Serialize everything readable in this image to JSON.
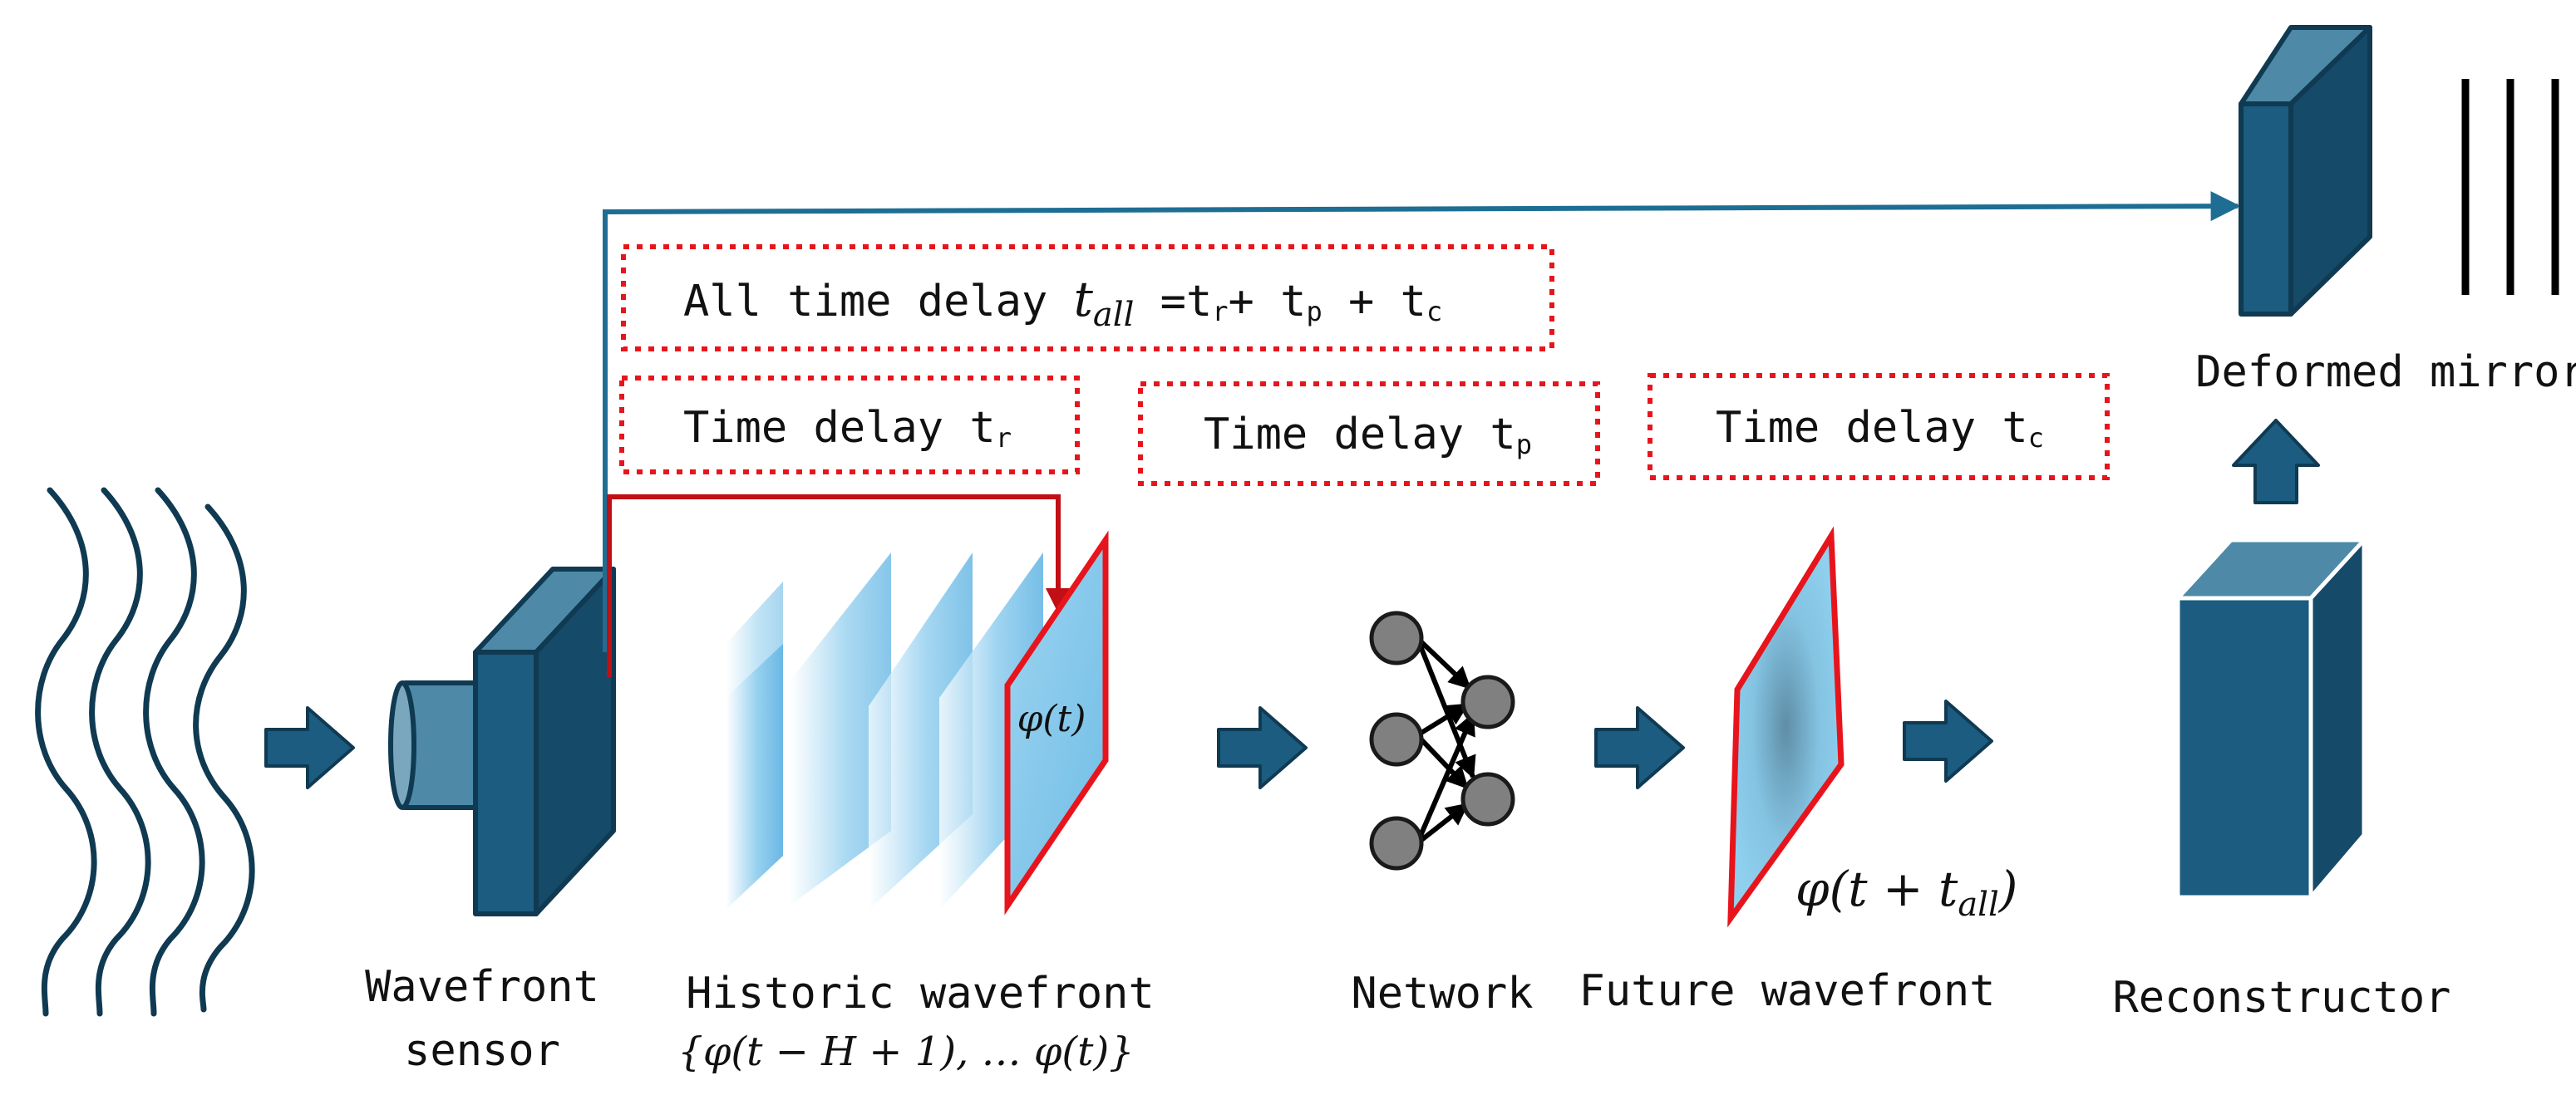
{
  "labels": {
    "sensor_line1": "Wavefront",
    "sensor_line2": "sensor",
    "historic": "Historic wavefront",
    "network": "Network",
    "future": "Future wavefront",
    "reconstructor": "Reconstructor",
    "mirror": "Deformed mirror"
  },
  "delays": {
    "all_prefix": "All time delay ",
    "all_var": "t",
    "all_sub": "all",
    "all_rest": " =t",
    "all_r": "r",
    "all_plus1": "+ t",
    "all_p": "p",
    "all_plus2": " + t",
    "all_c": "c",
    "tr_text": "Time delay t",
    "tr_sub": "r",
    "tp_text": "Time delay t",
    "tp_sub": "p",
    "tc_text": "Time delay t",
    "tc_sub": "c"
  },
  "math": {
    "historic_set": "{φ(t − H + 1), … φ(t)}",
    "current_phi": "φ(t)",
    "future_phi_pre": "φ(t + t",
    "future_phi_sub": "all",
    "future_phi_post": ")"
  },
  "colors": {
    "block_front": "#1b5c80",
    "block_side": "#154a68",
    "block_top": "#4e8aa8",
    "outline": "#103a52",
    "highlight": "#e8141c",
    "wave_blue": "#7ec4e8",
    "node_gray": "#808080"
  },
  "icons": {
    "waves": "incoming-wavefront-icon",
    "camera": "wavefront-sensor-camera-icon",
    "network": "neural-network-icon",
    "mirror": "deformable-mirror-icon",
    "reconstructor": "reconstructor-block-icon"
  }
}
